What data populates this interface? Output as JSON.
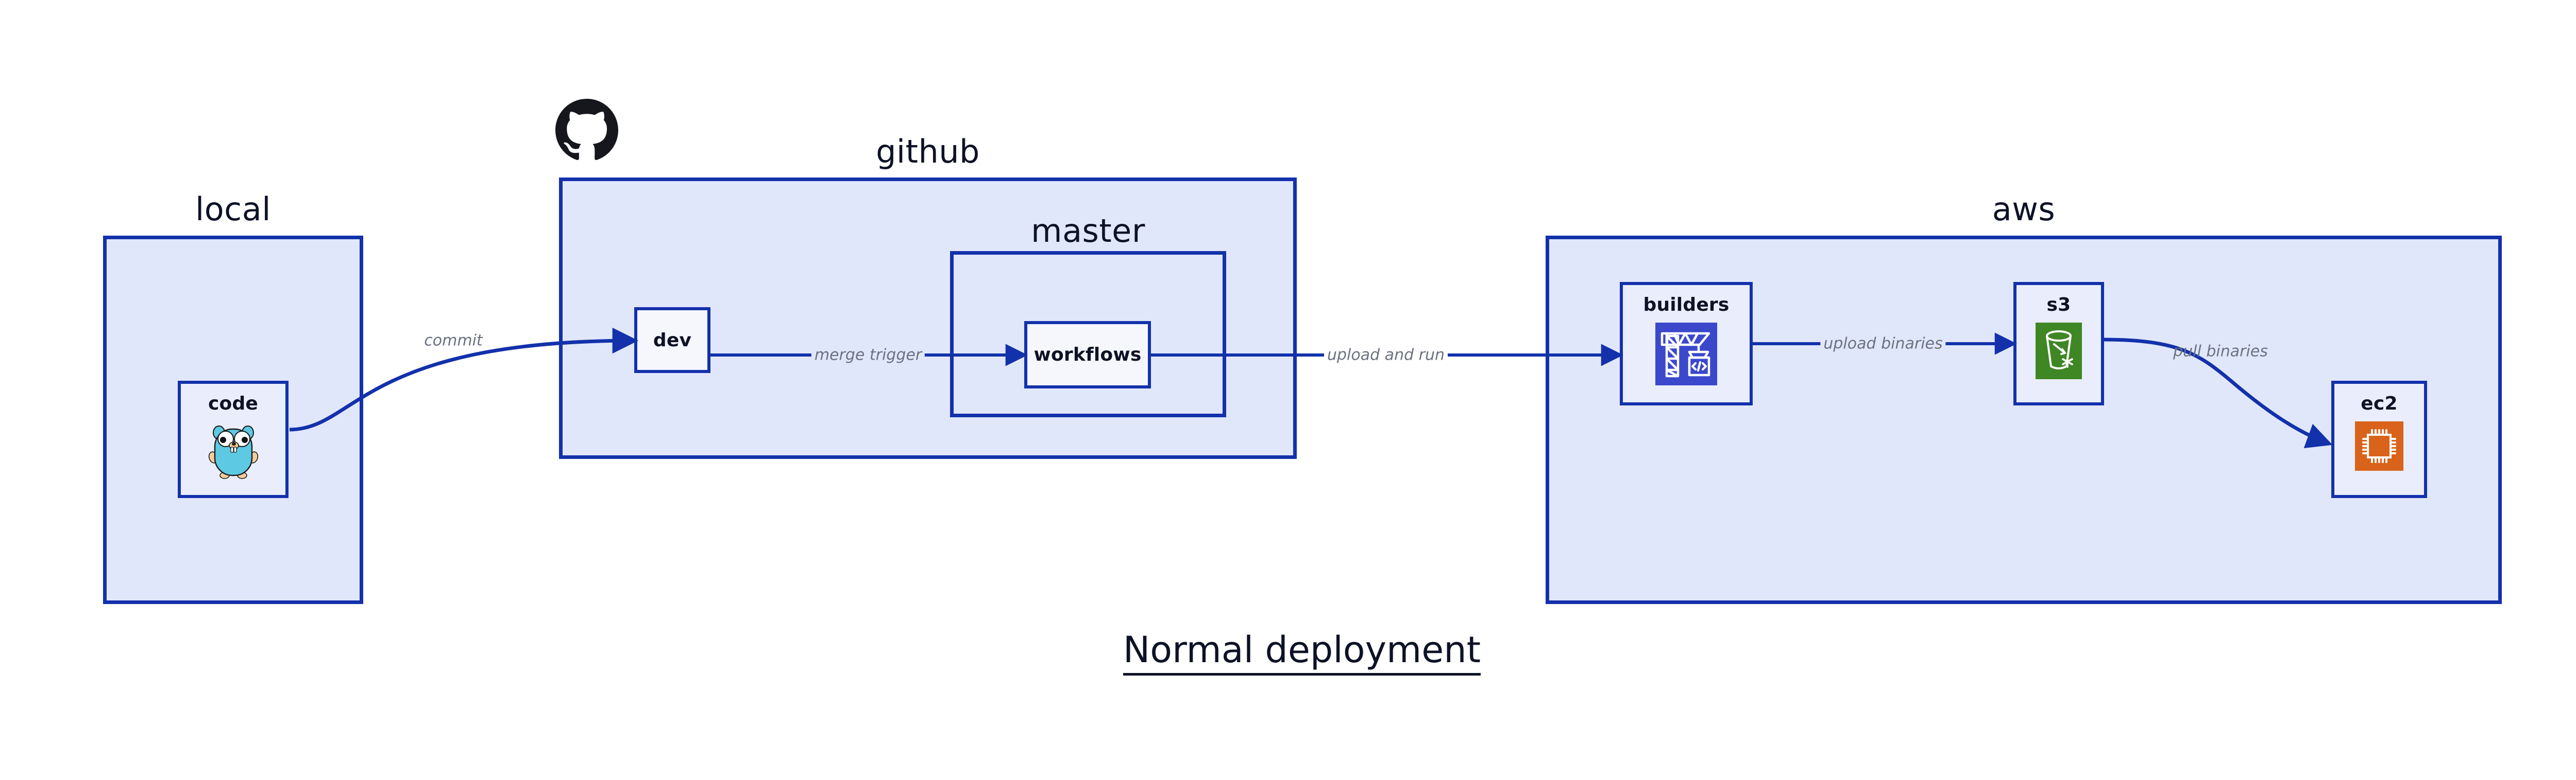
{
  "diagram": {
    "title": "Normal deployment",
    "accent_border": "#1331ab",
    "group_fill": "#e1e7fa",
    "node_fill": "#eaeefc",
    "label_color": "#6b7280",
    "text_color": "#0d1226"
  },
  "groups": [
    {
      "id": "local",
      "label": "local"
    },
    {
      "id": "github",
      "label": "github"
    },
    {
      "id": "master",
      "label": "master"
    },
    {
      "id": "aws",
      "label": "aws"
    }
  ],
  "nodes": [
    {
      "id": "code",
      "label": "code",
      "icon": "go-gopher-icon",
      "icon_color": "#5dc9e2"
    },
    {
      "id": "dev",
      "label": "dev",
      "icon": null,
      "icon_color": null
    },
    {
      "id": "workflows",
      "label": "workflows",
      "icon": null,
      "icon_color": null
    },
    {
      "id": "builders",
      "label": "builders",
      "icon": "crane-code-icon",
      "icon_color": "#3b48cc"
    },
    {
      "id": "s3",
      "label": "s3",
      "icon": "s3-bucket-icon",
      "icon_color": "#3f8624"
    },
    {
      "id": "ec2",
      "label": "ec2",
      "icon": "cpu-chip-icon",
      "icon_color": "#d9631a"
    }
  ],
  "edges": [
    {
      "id": "commit",
      "label": "commit",
      "from": "code",
      "to": "dev"
    },
    {
      "id": "merge-trigger",
      "label": "merge trigger",
      "from": "dev",
      "to": "workflows"
    },
    {
      "id": "upload-and-run",
      "label": "upload and run",
      "from": "workflows",
      "to": "builders"
    },
    {
      "id": "upload-binaries",
      "label": "upload binaries",
      "from": "builders",
      "to": "s3"
    },
    {
      "id": "pull-binaries",
      "label": "pull binaries",
      "from": "s3",
      "to": "ec2"
    }
  ],
  "logos": [
    {
      "id": "github-logo",
      "name": "github-octocat-icon",
      "color": "#16161d"
    }
  ]
}
